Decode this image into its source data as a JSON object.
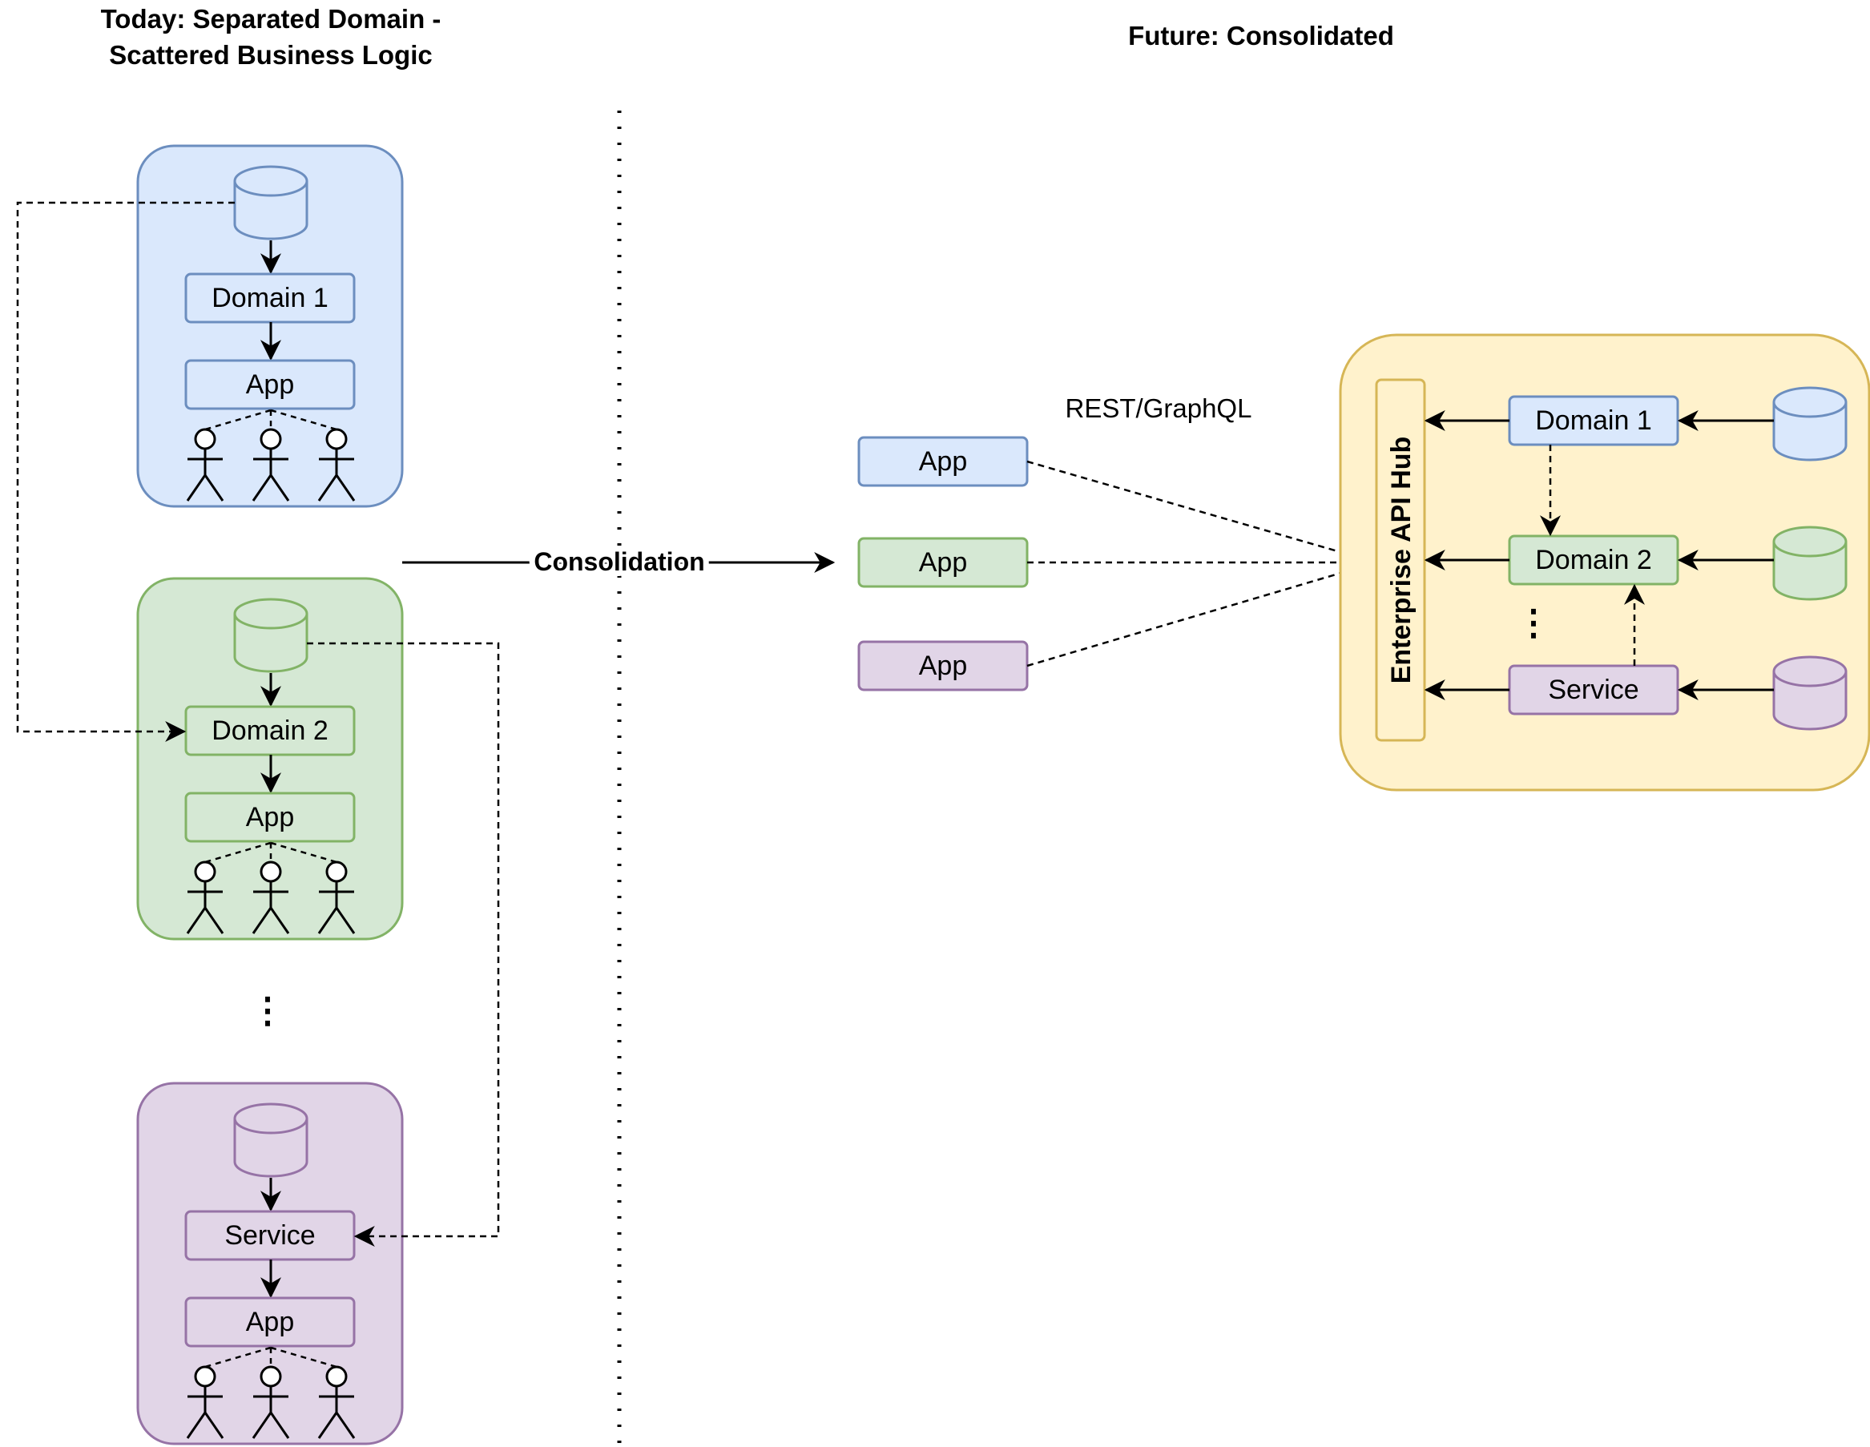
{
  "titles": {
    "today_line1": "Today: Separated Domain -",
    "today_line2": "Scattered Business Logic",
    "future": "Future: Consolidated"
  },
  "colors": {
    "blue_fill": "#dae8fc",
    "blue_stroke": "#6c8ebf",
    "green_fill": "#d5e8d4",
    "green_stroke": "#82b366",
    "purple_fill": "#e1d5e7",
    "purple_stroke": "#9673a6",
    "yellow_fill": "#fff2cc",
    "yellow_stroke": "#d6b656"
  },
  "today": {
    "group_blue": {
      "domain": "Domain 1",
      "app": "App"
    },
    "group_green": {
      "domain": "Domain 2",
      "app": "App"
    },
    "ellipsis": "⋮",
    "group_purple": {
      "domain": "Service",
      "app": "App"
    }
  },
  "transition": {
    "label": "Consolidation"
  },
  "future": {
    "protocol_label": "REST/GraphQL",
    "apps": [
      "App",
      "App",
      "App"
    ],
    "hub": {
      "label": "Enterprise API Hub",
      "domains": [
        "Domain 1",
        "Domain 2",
        "Service"
      ],
      "ellipsis": "⋮"
    }
  }
}
